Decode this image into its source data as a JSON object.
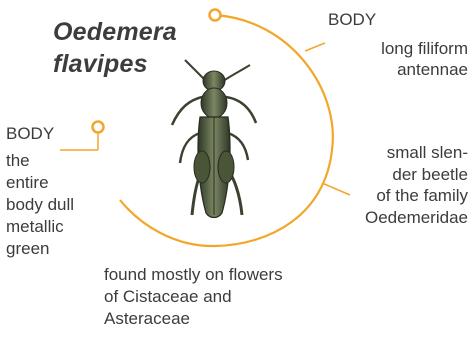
{
  "title": {
    "lines": [
      "Oedemera",
      "flavipes"
    ]
  },
  "callouts": {
    "top_right": {
      "heading": "BODY",
      "lines": [
        "long filiform",
        "antennae"
      ]
    },
    "left": {
      "heading": "BODY",
      "lines": [
        "the",
        "entire",
        "body dull",
        "metallic",
        "green"
      ]
    },
    "right_middle": {
      "lines": [
        "small slen-",
        "der beetle",
        "of the family",
        "Oedemeridae"
      ]
    },
    "bottom": {
      "lines": [
        "found mostly on flowers",
        "of Cistaceae and",
        "Asteraceae"
      ]
    }
  },
  "colors": {
    "accent_orange": "#f3a72a",
    "beetle_body": "#4f5a3a",
    "text": "#3c3c3c"
  },
  "illustration": {
    "icon": "beetle-illustration"
  }
}
